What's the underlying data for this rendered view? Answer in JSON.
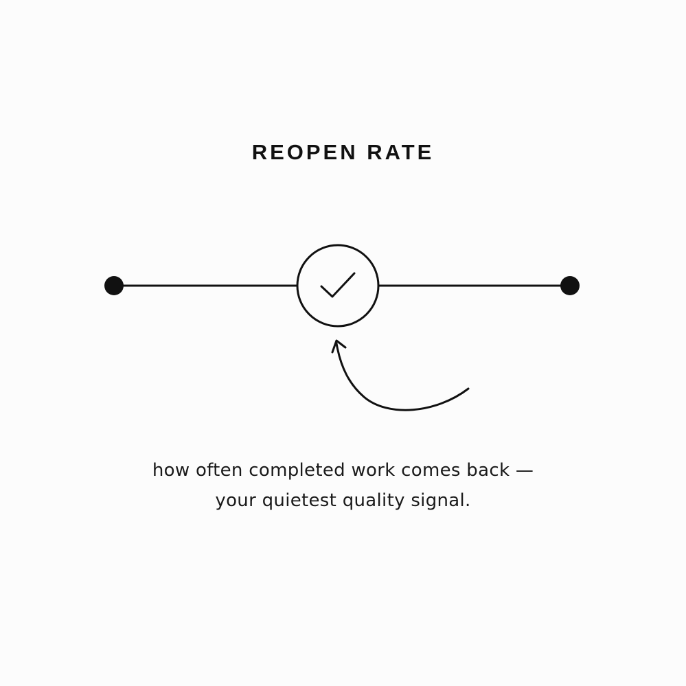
{
  "title": "REOPEN RATE",
  "caption": {
    "line1": "how often completed work comes back —",
    "line2": "your quietest quality signal."
  },
  "icons": {
    "start": "dot-icon",
    "center": "check-circle-icon",
    "end": "dot-icon",
    "return": "curved-return-arrow-icon"
  },
  "colors": {
    "background": "#fcfcfc",
    "ink": "#111111"
  }
}
